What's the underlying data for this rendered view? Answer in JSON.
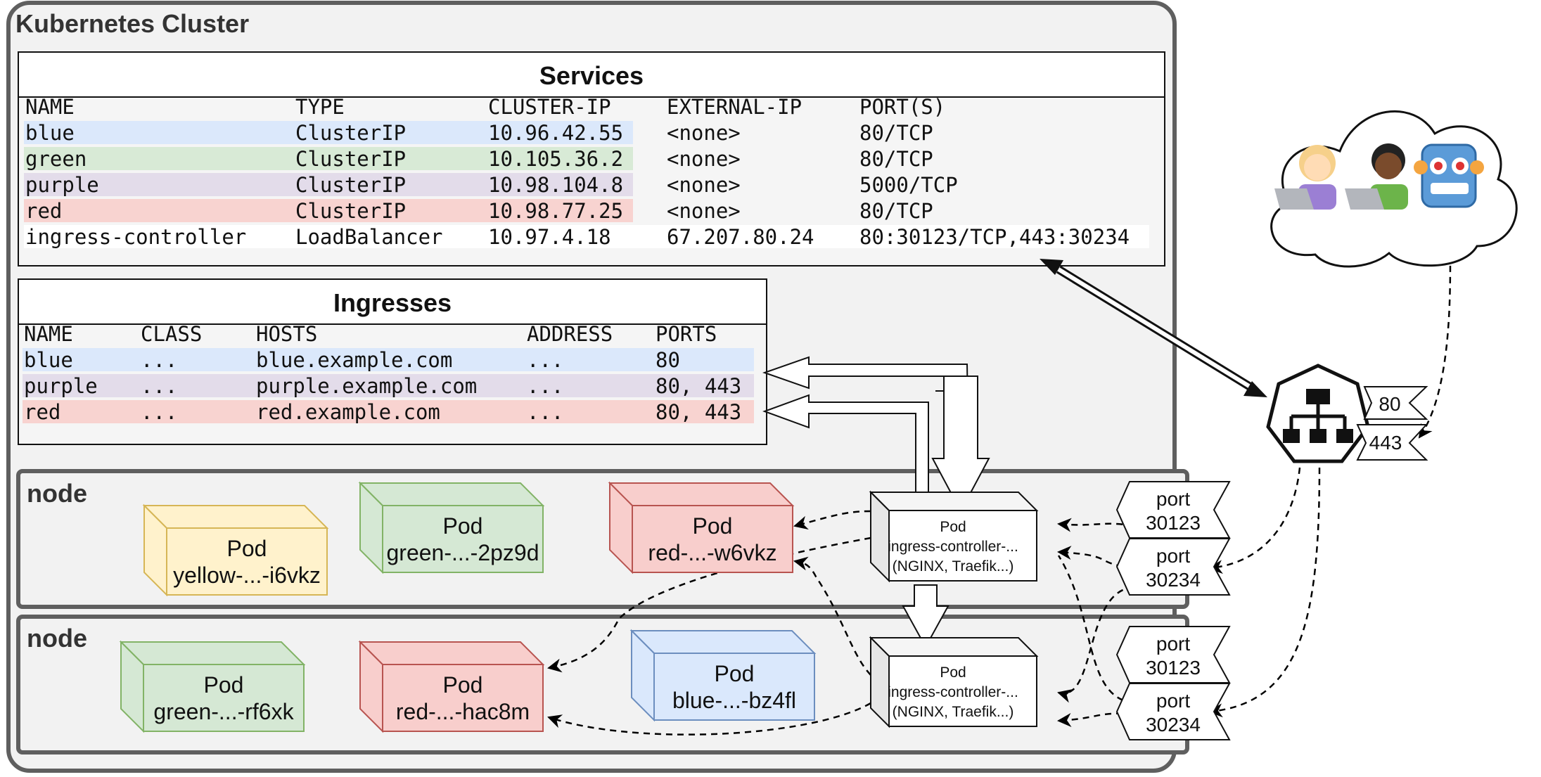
{
  "cluster": {
    "title": "Kubernetes Cluster"
  },
  "services": {
    "title": "Services",
    "headers": [
      "NAME",
      "TYPE",
      "CLUSTER-IP",
      "EXTERNAL-IP",
      "PORT(S)"
    ],
    "rows": [
      {
        "color": "#dbe8fb",
        "cells": [
          "blue",
          "ClusterIP",
          "10.96.42.55",
          "<none>",
          "80/TCP"
        ]
      },
      {
        "color": "#d8ead6",
        "cells": [
          "green",
          "ClusterIP",
          "10.105.36.2",
          "<none>",
          "80/TCP"
        ]
      },
      {
        "color": "#e3dcea",
        "cells": [
          "purple",
          "ClusterIP",
          "10.98.104.8",
          "<none>",
          "5000/TCP"
        ]
      },
      {
        "color": "#f8d3d0",
        "cells": [
          "red",
          "ClusterIP",
          "10.98.77.25",
          "<none>",
          "80/TCP"
        ]
      },
      {
        "color": "#ffffff",
        "cells": [
          "ingress-controller",
          "LoadBalancer",
          "10.97.4.18",
          "67.207.80.24",
          "80:30123/TCP,443:30234"
        ]
      }
    ]
  },
  "ingresses": {
    "title": "Ingresses",
    "headers": [
      "NAME",
      "CLASS",
      "HOSTS",
      "ADDRESS",
      "PORTS"
    ],
    "rows": [
      {
        "color": "#dbe8fb",
        "cells": [
          "blue",
          "...",
          "blue.example.com",
          "...",
          "80"
        ]
      },
      {
        "color": "#e3dcea",
        "cells": [
          "purple",
          "...",
          "purple.example.com",
          "...",
          "80, 443"
        ]
      },
      {
        "color": "#f8d3d0",
        "cells": [
          "red",
          "...",
          "red.example.com",
          "...",
          "80, 443"
        ]
      }
    ]
  },
  "nodes": [
    {
      "label": "node",
      "pods": [
        {
          "line1": "Pod",
          "line2": "yellow-...-i6vkz",
          "fill": "#fff2cc",
          "stroke": "#d6b656"
        },
        {
          "line1": "Pod",
          "line2": "green-...-2pz9d",
          "fill": "#d5e8d4",
          "stroke": "#82b366"
        },
        {
          "line1": "Pod",
          "line2": "red-...-w6vkz",
          "fill": "#f8cecc",
          "stroke": "#b85450"
        }
      ],
      "ingress_pod": {
        "line1": "Pod",
        "line2": "ingress-controller-...",
        "line3": "(NGINX, Traefik...)"
      },
      "ports": [
        "port 30123",
        "port 30234"
      ]
    },
    {
      "label": "node",
      "pods": [
        {
          "line1": "Pod",
          "line2": "green-...-rf6xk",
          "fill": "#d5e8d4",
          "stroke": "#82b366"
        },
        {
          "line1": "Pod",
          "line2": "red-...-hac8m",
          "fill": "#f8cecc",
          "stroke": "#b85450"
        },
        {
          "line1": "Pod",
          "line2": "blue-...-bz4fl",
          "fill": "#dae8fc",
          "stroke": "#6c8ebf"
        }
      ],
      "ingress_pod": {
        "line1": "Pod",
        "line2": "ingress-controller-...",
        "line3": "(NGINX, Traefik...)"
      },
      "ports": [
        "port 30123",
        "port 30234"
      ]
    }
  ],
  "load_balancer": {
    "icon": "network-hierarchy-icon",
    "ports": [
      "80",
      "443"
    ]
  },
  "users": {
    "icon": "cloud-with-users-icon",
    "figures": [
      "woman-technologist-icon",
      "man-technologist-icon",
      "robot-icon"
    ]
  }
}
